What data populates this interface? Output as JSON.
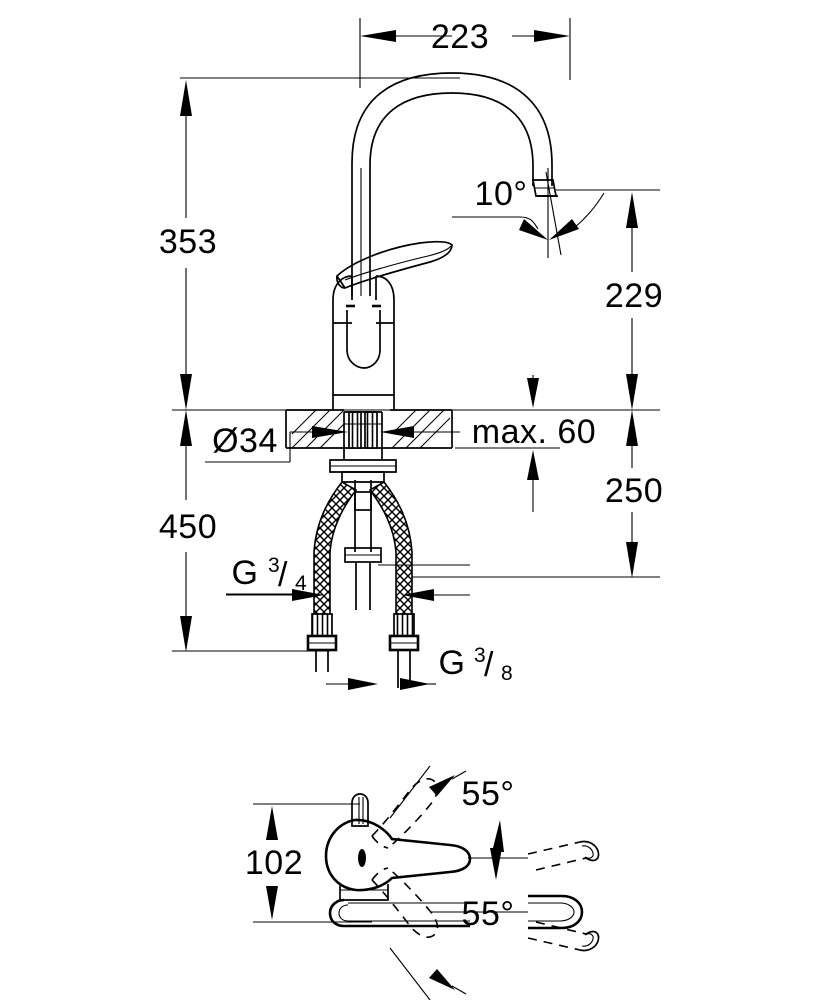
{
  "drawing": {
    "title": "Kitchen mixer tap dimensional drawing",
    "units": "mm",
    "line_color": "#000000",
    "background_color": "#ffffff",
    "views": [
      {
        "name": "side-elevation",
        "label": ""
      },
      {
        "name": "plan-view",
        "label": ""
      }
    ]
  },
  "dimensions": {
    "spout_reach": "223",
    "total_height": "353",
    "spout_height": "229",
    "outlet_angle": "10°",
    "deck_hole_diameter": "Ø34",
    "deck_thickness": "max. 60",
    "under_counter": "250",
    "overall_with_hoses": "450",
    "hose_thread": "G",
    "hose_thread_numerator": "3",
    "hose_thread_denominator": "4",
    "supply_thread": "G",
    "supply_thread_numerator": "3",
    "supply_thread_denominator": "8",
    "handle_height": "102",
    "swivel_angle_upper": "55°",
    "swivel_angle_lower": "55°"
  },
  "labels": {
    "d223": "223",
    "d353": "353",
    "d229": "229",
    "a10": "10°",
    "d34": "Ø34",
    "dmax60": "max. 60",
    "d250": "250",
    "d450": "450",
    "g34_letter": "G",
    "g34_num": "3",
    "g34_den": "4",
    "g38_letter": "G",
    "g38_num": "3",
    "g38_den": "8",
    "d102": "102",
    "a55_top": "55°",
    "a55_bottom": "55°"
  }
}
